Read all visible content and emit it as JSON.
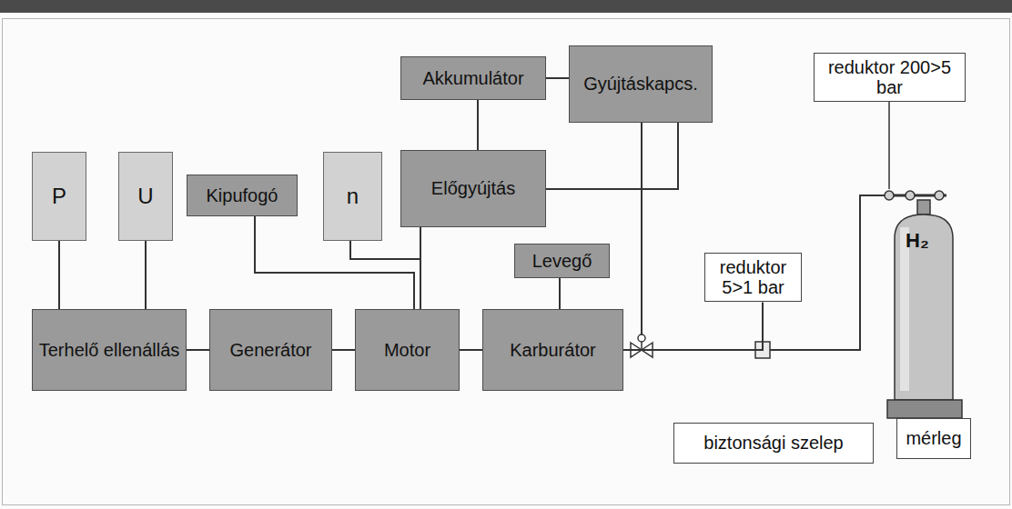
{
  "diagram": {
    "nodes": [
      {
        "text": [
          "Akkumulátor"
        ]
      },
      {
        "text": [
          "Gyújtáskapcs."
        ]
      },
      {
        "text": [
          "reduktor 200>5 bar"
        ]
      },
      {
        "text": [
          "P"
        ]
      },
      {
        "text": [
          "U"
        ]
      },
      {
        "text": [
          "Kipufogó"
        ]
      },
      {
        "text": [
          "n"
        ]
      },
      {
        "text": [
          "Előgyújtás"
        ]
      },
      {
        "text": [
          "Levegő"
        ]
      },
      {
        "text": [
          "reduktor 5>1 bar"
        ]
      },
      {
        "text": [
          "Terhelő ellenállás"
        ]
      },
      {
        "text": [
          "Generátor"
        ]
      },
      {
        "text": [
          "Motor"
        ]
      },
      {
        "text": [
          "Karburátor"
        ]
      },
      {
        "text": [
          "mérleg"
        ]
      },
      {
        "text": [
          "biztonsági szelep"
        ]
      }
    ],
    "edges": [
      {
        "from": 0,
        "to": 1,
        "arrow": "none"
      },
      {
        "from": 0,
        "to": 7,
        "arrow": "none"
      },
      {
        "from": 1,
        "to": 7,
        "arrow": "none"
      },
      {
        "from": 3,
        "to": 10,
        "arrow": "none"
      },
      {
        "from": 4,
        "to": 10,
        "arrow": "none"
      },
      {
        "from": 5,
        "to": 12,
        "arrow": "none"
      },
      {
        "from": 6,
        "to": 12,
        "arrow": "none"
      },
      {
        "from": 7,
        "to": 12,
        "arrow": "none"
      },
      {
        "from": 8,
        "to": 13,
        "arrow": "none"
      },
      {
        "from": 10,
        "to": 11,
        "arrow": "none"
      },
      {
        "from": 11,
        "to": 12,
        "arrow": "none"
      },
      {
        "from": 12,
        "to": 13,
        "arrow": "none"
      },
      {
        "from": 13,
        "to": 9,
        "arrow": "none"
      }
    ],
    "labels": [
      "H₂"
    ]
  }
}
